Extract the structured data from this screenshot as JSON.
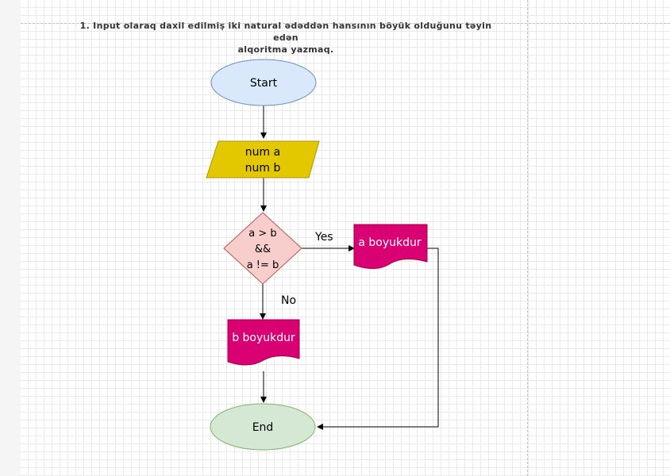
{
  "task": {
    "title_line1": "1. Input olaraq daxil edilmiş iki natural ədəddən hansının böyük olduğunu təyin edən",
    "title_line2": "alqoritma yazmaq."
  },
  "flowchart": {
    "start": "Start",
    "input_line1": "num a",
    "input_line2": "num b",
    "decision_line1": "a > b",
    "decision_line2": "&&",
    "decision_line3": "a != b",
    "yes_label": "Yes",
    "no_label": "No",
    "yes_output": "a boyukdur",
    "no_output": "b boyukdur",
    "end": "End"
  },
  "colors": {
    "start_fill": "#dae8fc",
    "start_stroke": "#6c8ebf",
    "input_fill": "#e3c800",
    "input_stroke": "#b09500",
    "decision_fill": "#f8cecc",
    "decision_stroke": "#b85450",
    "output_fill": "#d80073",
    "output_stroke": "#a50040",
    "end_fill": "#d5e8d4",
    "end_stroke": "#82b366"
  }
}
